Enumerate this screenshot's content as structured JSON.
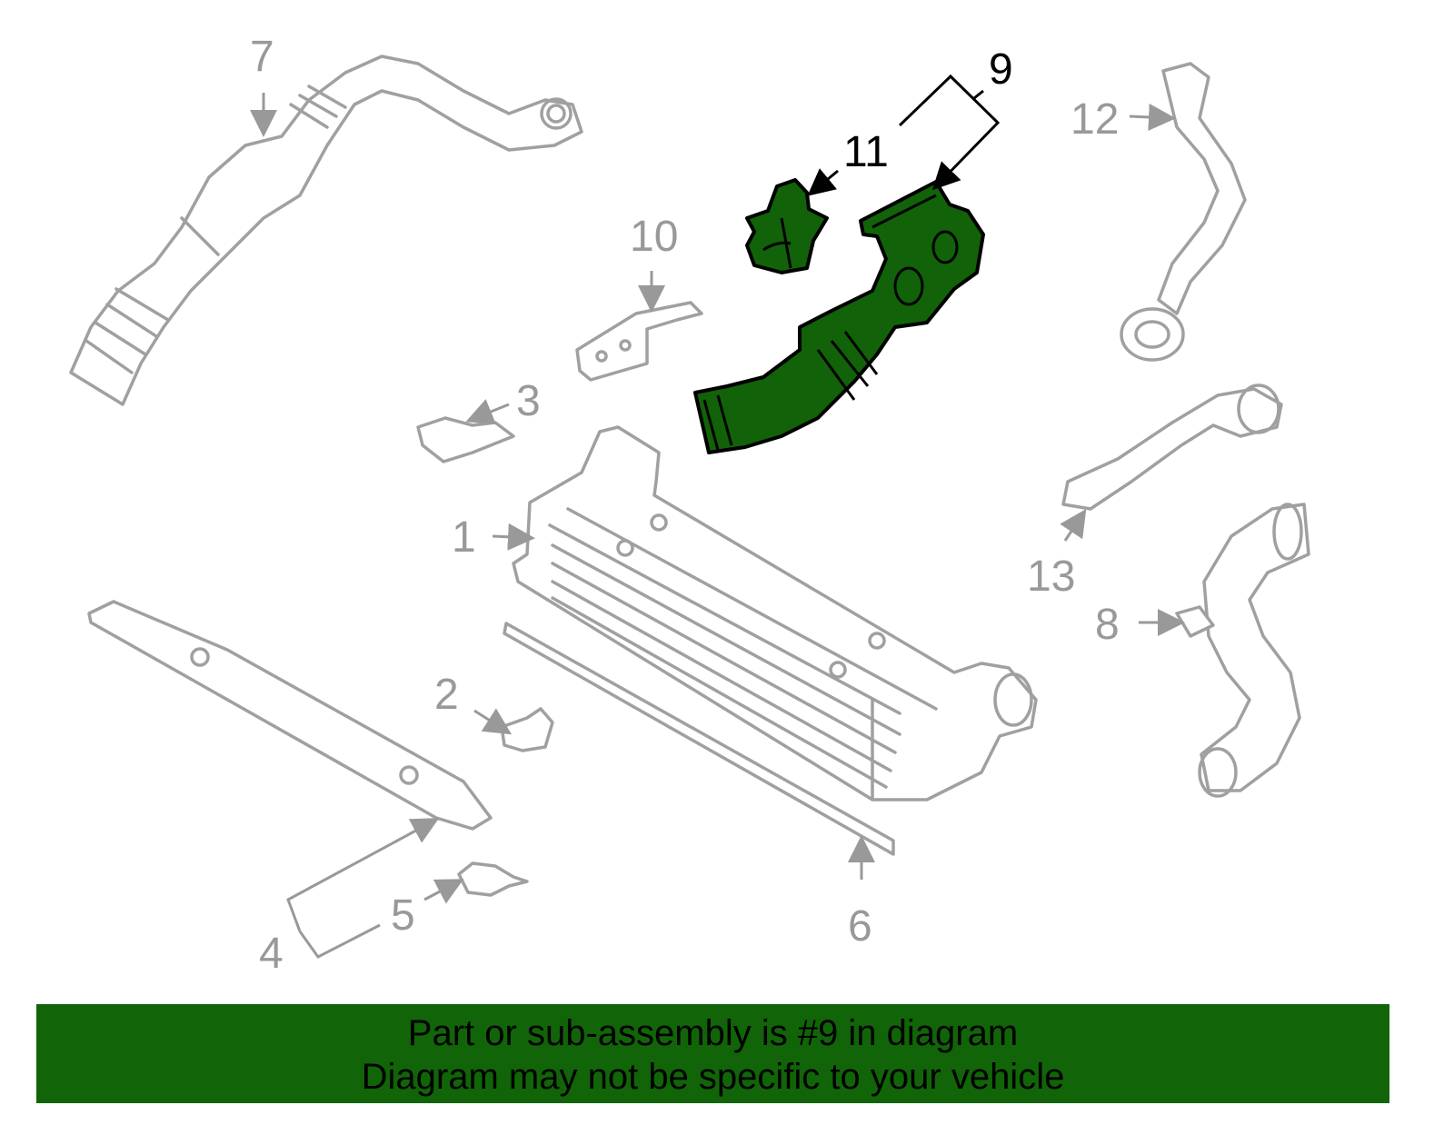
{
  "colors": {
    "highlight": "#116208",
    "banner": "#116508",
    "part_line": "#a0a0a0",
    "label": "#999999"
  },
  "callouts": {
    "c1": "1",
    "c2": "2",
    "c3": "3",
    "c4": "4",
    "c5": "5",
    "c6": "6",
    "c7": "7",
    "c8": "8",
    "c9": "9",
    "c10": "10",
    "c11": "11",
    "c12": "12",
    "c13": "13"
  },
  "highlighted_callout": "9",
  "banner": {
    "line1": "Part or sub-assembly is #9 in diagram",
    "line2": "Diagram may not be specific to your vehicle"
  }
}
